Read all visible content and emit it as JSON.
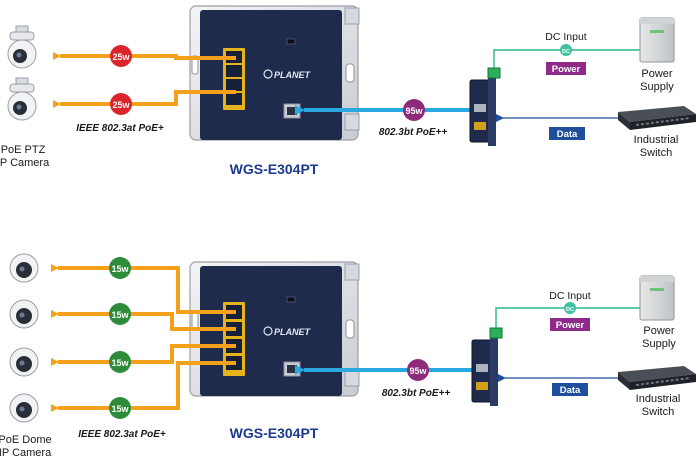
{
  "top": {
    "model": "WGS-E304PT",
    "brand": "PLANET",
    "camera_label_line1": "PoE PTZ",
    "camera_label_line2": "IP Camera",
    "poe_in_label": "IEEE 802.3at PoE+",
    "poe_out_label": "802.3bt PoE++",
    "port_badges": [
      "25w",
      "25w"
    ],
    "uplink_badge": "95w",
    "dc_input": "DC Input",
    "dc_badge": "DC",
    "power_tag": "Power",
    "data_tag": "Data",
    "power_supply_line1": "Power",
    "power_supply_line2": "Supply",
    "switch_line1": "Industrial",
    "switch_line2": "Switch"
  },
  "bottom": {
    "model": "WGS-E304PT",
    "brand": "PLANET",
    "camera_label_line1": "PoE Dome",
    "camera_label_line2": "IP Camera",
    "poe_in_label": "IEEE 802.3at PoE+",
    "poe_out_label": "802.3bt PoE++",
    "port_badges": [
      "15w",
      "15w",
      "15w",
      "15w"
    ],
    "uplink_badge": "95w",
    "dc_input": "DC Input",
    "dc_badge": "DC",
    "power_tag": "Power",
    "data_tag": "Data",
    "power_supply_line1": "Power",
    "power_supply_line2": "Supply",
    "switch_line1": "Industrial",
    "switch_line2": "Switch"
  },
  "colors": {
    "poe_cable": "#f5a01a",
    "uplink_cable": "#2aa9e0",
    "dc_line": "#2bb58a",
    "badge_25w": "#d9252b",
    "badge_15w": "#2e8b3a",
    "badge_95w": "#8e2a7a",
    "power_tag": "#8e2a8a",
    "data_tag": "#1f4e9c",
    "model_text": "#1b3a8c",
    "panel": "#1f2b4d"
  }
}
